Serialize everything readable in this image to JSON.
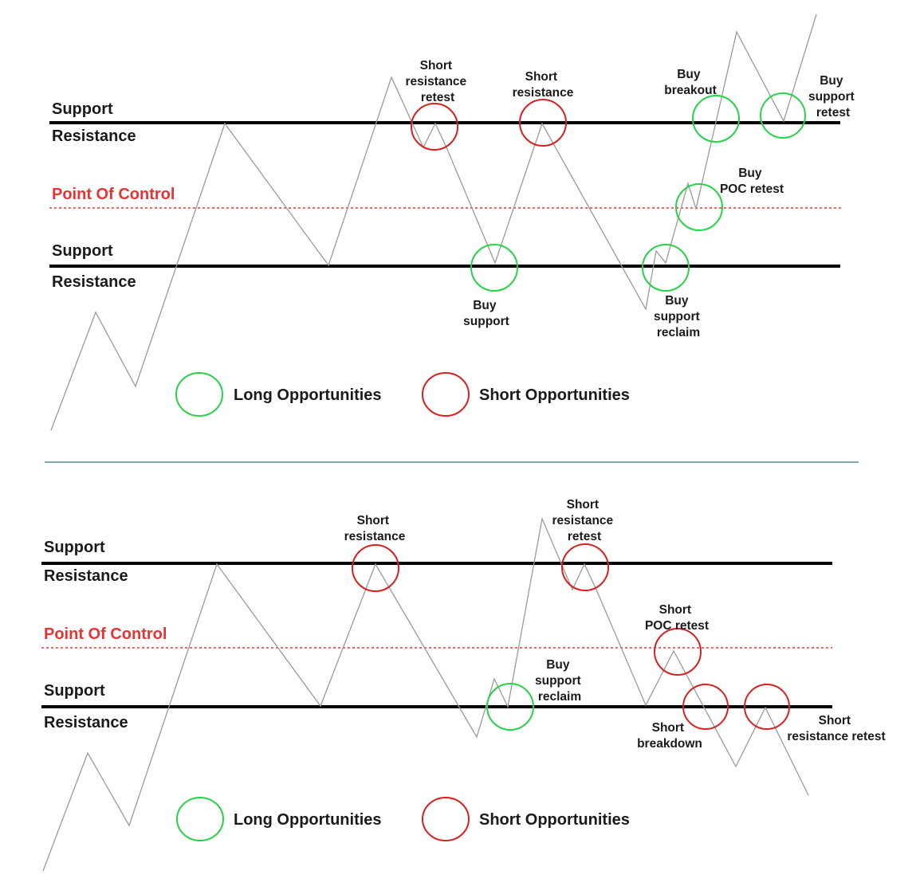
{
  "colors": {
    "long": "#27d14a",
    "short": "#d62020",
    "poc": "#e23535",
    "price": "#9a9a9a",
    "level": "#000000",
    "divider": "#5e8a98"
  },
  "panels": [
    {
      "levels": {
        "upper_support": "Support",
        "upper_resistance": "Resistance",
        "poc": "Point Of Control",
        "lower_support": "Support",
        "lower_resistance": "Resistance"
      },
      "annotations": [
        {
          "lines": [
            "Short",
            "resistance",
            "retest"
          ],
          "kind": "short"
        },
        {
          "lines": [
            "Short",
            "resistance"
          ],
          "kind": "short"
        },
        {
          "lines": [
            "Buy",
            "breakout"
          ],
          "kind": "long"
        },
        {
          "lines": [
            "Buy",
            "support",
            "retest"
          ],
          "kind": "long"
        },
        {
          "lines": [
            "Buy",
            "POC retest"
          ],
          "kind": "long"
        },
        {
          "lines": [
            "Buy",
            "support"
          ],
          "kind": "long"
        },
        {
          "lines": [
            "Buy",
            "support",
            "reclaim"
          ],
          "kind": "long"
        }
      ],
      "legend": {
        "long": "Long Opportunities",
        "short": "Short Opportunities"
      }
    },
    {
      "levels": {
        "upper_support": "Support",
        "upper_resistance": "Resistance",
        "poc": "Point Of Control",
        "lower_support": "Support",
        "lower_resistance": "Resistance"
      },
      "annotations": [
        {
          "lines": [
            "Short",
            "resistance"
          ],
          "kind": "short"
        },
        {
          "lines": [
            "Short",
            "resistance",
            "retest"
          ],
          "kind": "short"
        },
        {
          "lines": [
            "Short",
            "POC retest"
          ],
          "kind": "short"
        },
        {
          "lines": [
            "Buy",
            "support",
            "reclaim"
          ],
          "kind": "long"
        },
        {
          "lines": [
            "Short",
            "breakdown"
          ],
          "kind": "short"
        },
        {
          "lines": [
            "Short",
            "resistance retest"
          ],
          "kind": "short"
        }
      ],
      "legend": {
        "long": "Long Opportunities",
        "short": "Short Opportunities"
      }
    }
  ]
}
